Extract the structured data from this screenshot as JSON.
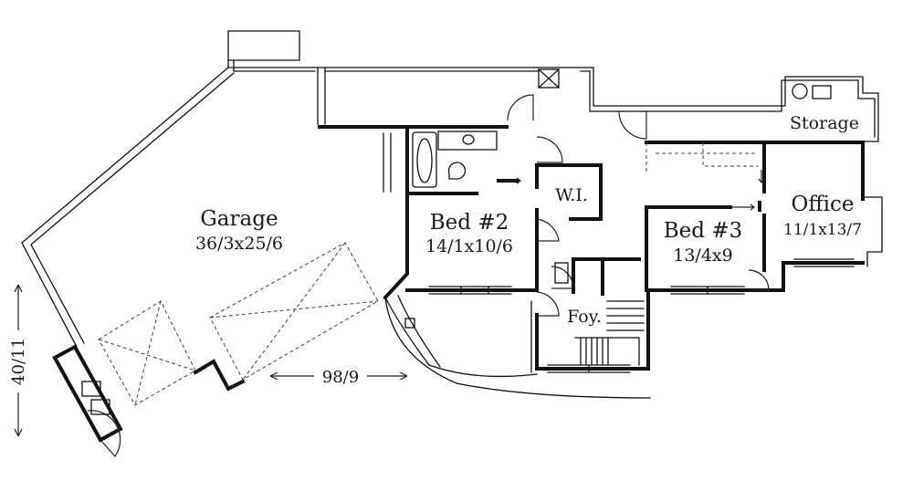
{
  "rooms": {
    "garage": {
      "name": "Garage",
      "size": "36/3x25/6"
    },
    "bed2": {
      "name": "Bed #2",
      "size": "14/1x10/6"
    },
    "bed3": {
      "name": "Bed #3",
      "size": "13/4x9"
    },
    "office": {
      "name": "Office",
      "size": "11/1x13/7"
    },
    "storage": {
      "name": "Storage"
    },
    "walkin": {
      "name": "W.I."
    },
    "foyer": {
      "name": "Foy."
    }
  },
  "dimensions": {
    "width": "98/9",
    "depth": "40/11"
  }
}
